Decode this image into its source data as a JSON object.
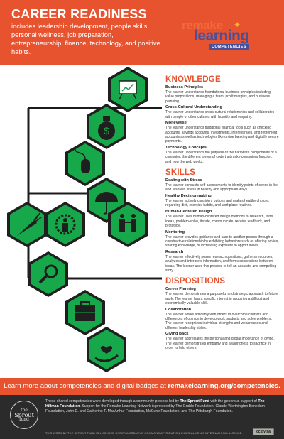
{
  "header": {
    "title": "CAREER READINESS",
    "description": "includes leadership development, people skills, personal wellness, job preparation, entrepreneurship, finance, technology, and positive habits."
  },
  "logo": {
    "remake": "remake",
    "learning": "learning",
    "competencies": "COMPETENCIES"
  },
  "icons": [
    "presentation-chart-icon",
    "money-bag-icon",
    "computer-mouse-icon",
    "umbrella-icon",
    "carrot-icon",
    "gear-person-icon",
    "people-icon",
    "magnifying-glass-icon",
    "briefcase-icon",
    "hand-heart-icon"
  ],
  "sections": [
    {
      "title": "KNOWLEDGE",
      "items": [
        {
          "title": "Business Principles",
          "text": "The learner understands foundational business principles including value propositions, managing a team, profit margins, and business planning."
        },
        {
          "title": "Cross-Cultural Understanding",
          "text": "The learner understands cross-cultural relationships and collaborates with people of other cultures with humility and empathy."
        },
        {
          "title": "Moneywise",
          "text": "The learner understands traditional financial tools such as checking accounts, savings accounts, investments, interest rates, and retirement accounts as well as technologies like online banking and digitally secure payments."
        },
        {
          "title": "Technology Concepts",
          "text": "The learner understands the purpose of the hardware components of a computer, the different layers of code that make computers function, and how the web works."
        }
      ]
    },
    {
      "title": "SKILLS",
      "items": [
        {
          "title": "Dealing with Stress",
          "text": "The learner conducts self-assessments to identify points of stress in life and resolves stress in healthy and appropriate ways."
        },
        {
          "title": "Healthy Decisionmaking",
          "text": "The learner actively considers options and makes healthy choices regarding diet, exercise habits, and workplace routines."
        },
        {
          "title": "Human-Centered Design",
          "text": "The learner uses human-centered design methods to research, form ideas, problem-solve, iterate, communicate, receive feedback, and prototype."
        },
        {
          "title": "Mentoring",
          "text": "The learner provides guidance and care to another person through a constructive relationship by exhibiting behaviors such as offering advice, sharing knowledge, or increasing exposure to opportunities."
        },
        {
          "title": "Research",
          "text": "The learner effectively poses research questions, gathers resources, analyzes and interprets information, and forms connections between ideas. The learner uses this process to tell an accurate and compelling story."
        }
      ]
    },
    {
      "title": "DISPOSITIONS",
      "items": [
        {
          "title": "Career Planning",
          "text": "The learner demonstrates a purposeful and strategic approach to future work. The learner has a specific interest in acquiring a difficult and economically valuable skill."
        },
        {
          "title": "Collaboration",
          "text": "The learner works amicably with others to overcome conflicts and differences of opinion to develop work products and solve problems. The learner recognizes individual strengths and weaknesses and different leadership styles."
        },
        {
          "title": "Giving Back",
          "text": "The learner appreciates the personal and global importance of giving. The learner demonstrates empathy and a willingness to sacrifice in order to help others."
        }
      ]
    }
  ],
  "footer": {
    "lead": "Learn more about competencies and digital badges at ",
    "link": "remakelearning.org/competencies."
  },
  "credits": {
    "part1": "These shared competencies were developed through a community process led by ",
    "sprout": "The Sprout Fund",
    "part2": " with the generous support of ",
    "hillman": "The Hillman Foundation",
    "part3": ". Support for the Remake Learning Network is provided by The Grable Foundation, Claude Worthington Benedum Foundation, John D. and Catherine T. MacArthur Foundation, McCune Foundation, and The Pittsburgh Foundation.",
    "license": "THIS WORK BY THE SPROUT FUND IS LICENSED UNDER A CREATIVE COMMONS ATTRIBUTION-SHAREALIKE 4.0 INTERNATIONAL LICENSE.",
    "badge": "cc by sa"
  },
  "sprout_logo": {
    "the": "the",
    "sprout": "Sprout",
    "fund": "fund"
  },
  "colors": {
    "accent": "#e8532f",
    "hex_green": "#17a84b",
    "dark": "#1f1f1f",
    "footer_bg": "#2b2b2b"
  }
}
